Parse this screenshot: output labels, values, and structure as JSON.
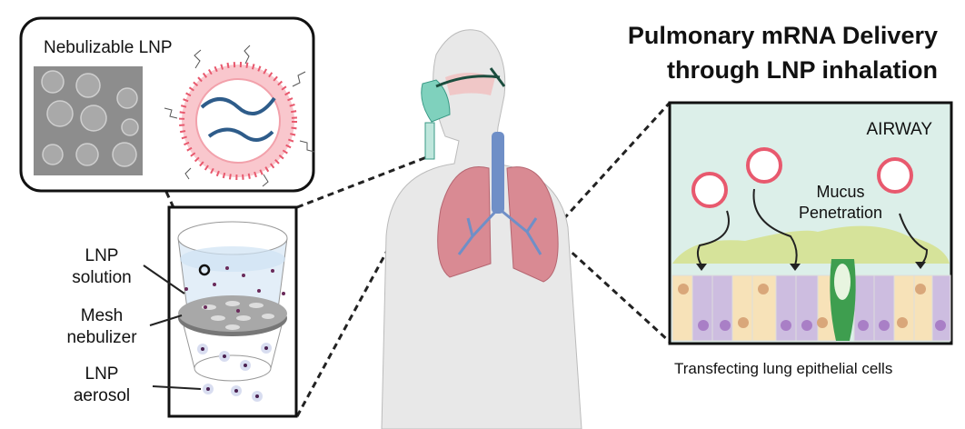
{
  "title": {
    "line1": "Pulmonary mRNA Delivery",
    "line2": "through LNP inhalation"
  },
  "lnp_panel": {
    "title": "Nebulizable LNP"
  },
  "nebulizer_panel": {
    "labels": [
      {
        "line1": "LNP",
        "line2": "solution"
      },
      {
        "line1": "Mesh",
        "line2": "nebulizer"
      },
      {
        "line1": "LNP",
        "line2": "aerosol"
      }
    ]
  },
  "airway_panel": {
    "region_label": "AIRWAY",
    "process_line1": "Mucus",
    "process_line2": "Penetration",
    "caption": "Transfecting lung epithelial cells"
  },
  "colors": {
    "lnp_pink": "#e8596e",
    "airway_bg": "#dcefe9",
    "mucus": "#d6e39a",
    "ciliated": "#f7e2b8",
    "goblet": "#cdbde0",
    "lung": "#d98a93",
    "trachea": "#6f8fc7"
  }
}
